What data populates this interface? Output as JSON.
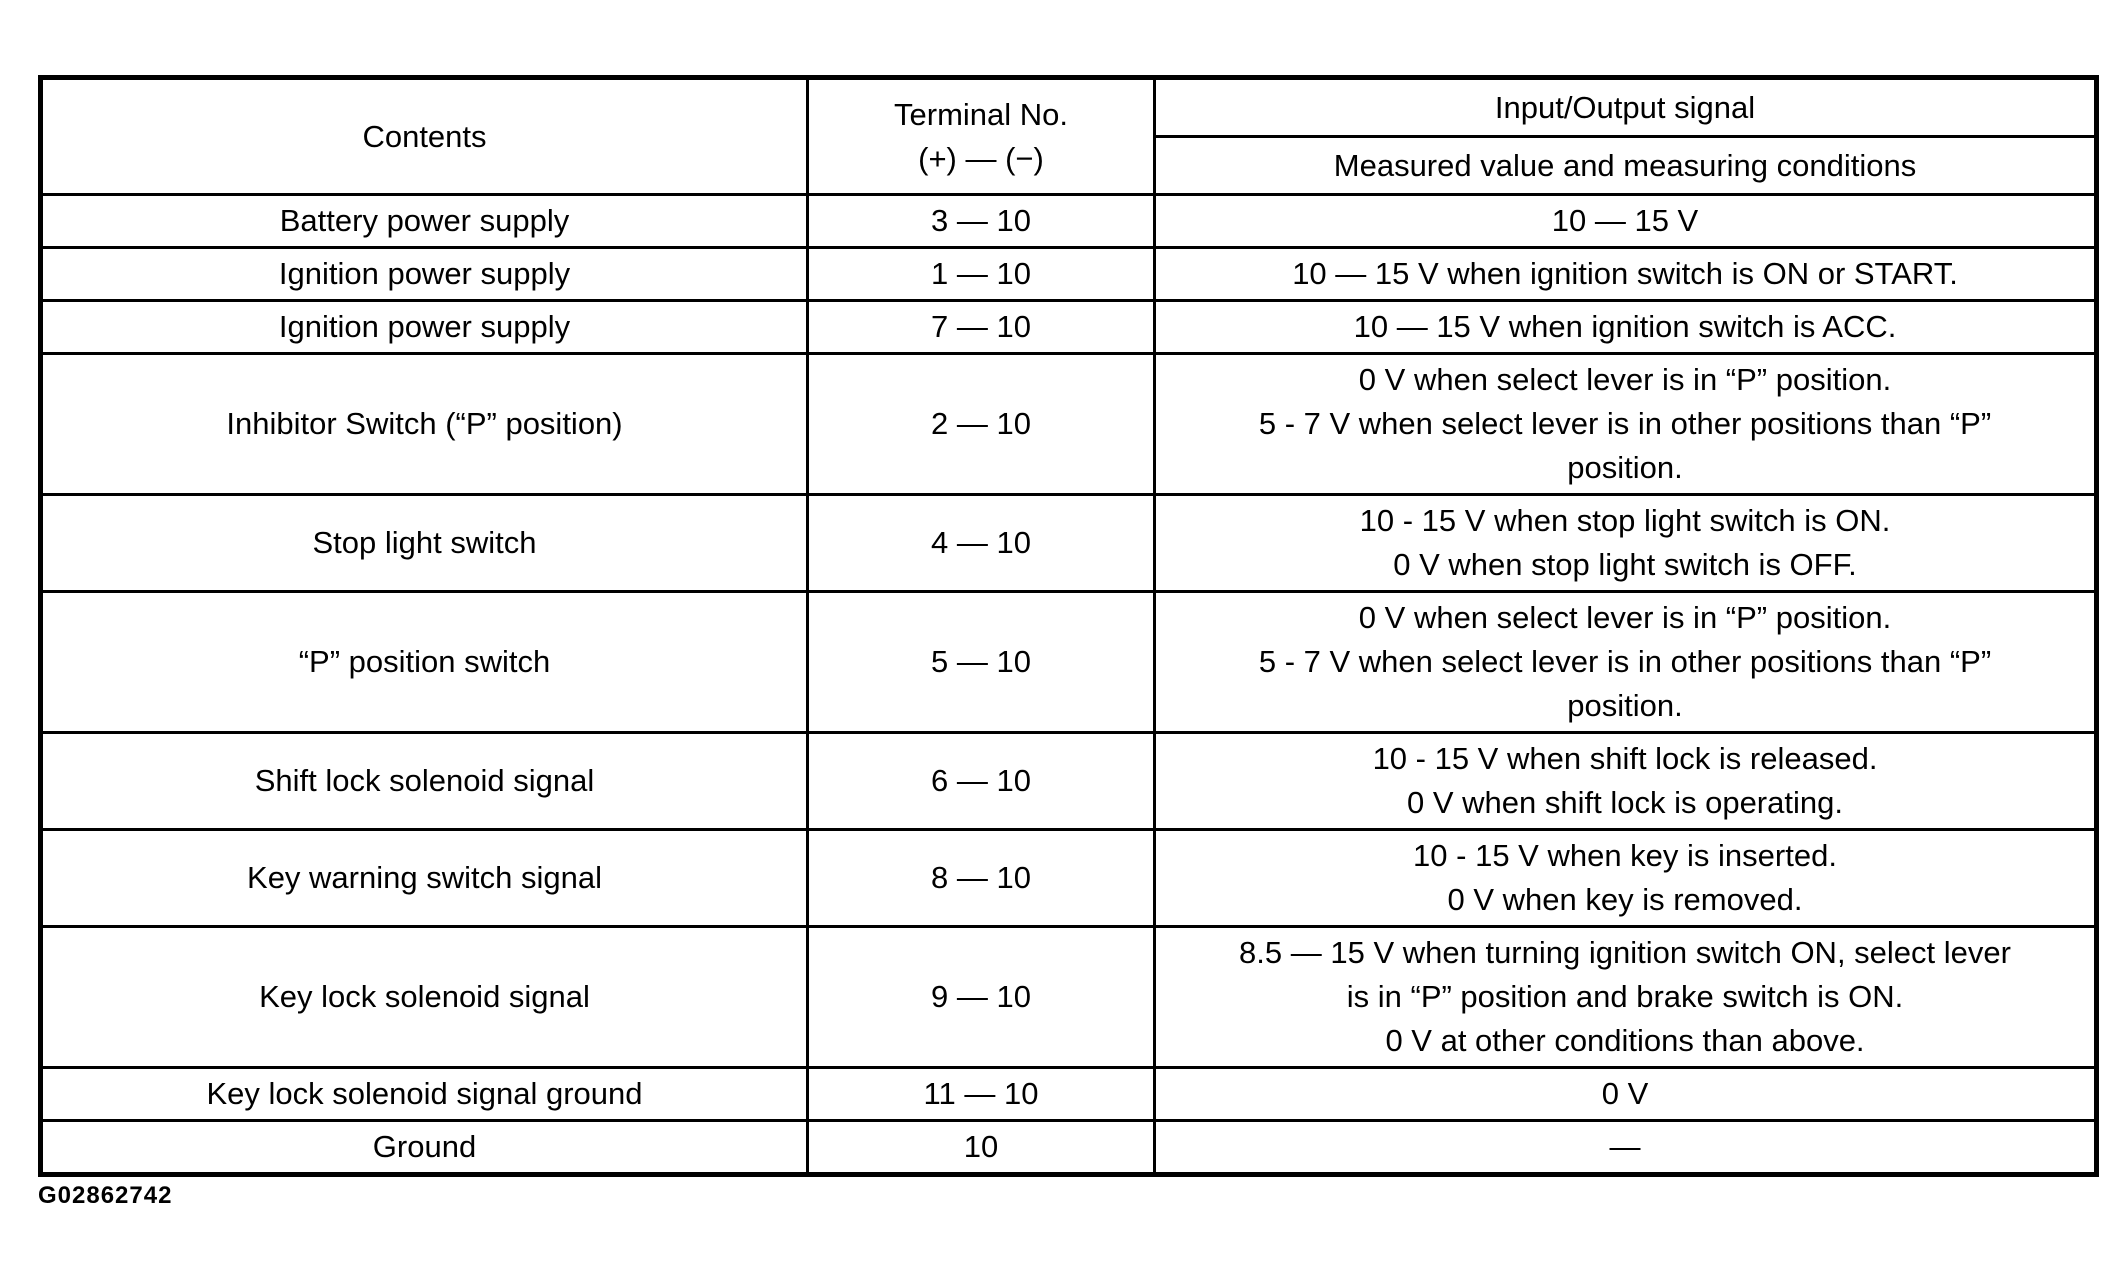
{
  "document": {
    "figure_id": "G02862742"
  },
  "table": {
    "headers": {
      "contents": "Contents",
      "terminal_line1": "Terminal No.",
      "terminal_line2": "(+) — (−)",
      "io_signal": "Input/Output signal",
      "measured": "Measured value and measuring conditions"
    },
    "rows": [
      {
        "contents": "Battery power supply",
        "terminal": "3 — 10",
        "signal": [
          "10 — 15 V"
        ]
      },
      {
        "contents": "Ignition power supply",
        "terminal": "1 — 10",
        "signal": [
          "10 — 15 V when ignition switch is ON or START."
        ]
      },
      {
        "contents": "Ignition power supply",
        "terminal": "7 — 10",
        "signal": [
          "10 — 15 V when ignition switch is ACC."
        ]
      },
      {
        "contents": "Inhibitor Switch (“P” position)",
        "terminal": "2 — 10",
        "signal": [
          "0 V when select lever is in “P” position.",
          "5 - 7 V when select lever is in other positions than “P”",
          "position."
        ]
      },
      {
        "contents": "Stop light switch",
        "terminal": "4 — 10",
        "signal": [
          "10 - 15 V when stop light switch is ON.",
          "0 V when stop light switch is OFF."
        ]
      },
      {
        "contents": "“P” position switch",
        "terminal": "5 — 10",
        "signal": [
          "0 V when select lever is in “P” position.",
          "5 - 7 V when select lever is in other positions than “P”",
          "position."
        ]
      },
      {
        "contents": "Shift lock solenoid signal",
        "terminal": "6 — 10",
        "signal": [
          "10 - 15 V when shift lock is released.",
          "0 V when shift lock is operating."
        ]
      },
      {
        "contents": "Key warning switch signal",
        "terminal": "8 — 10",
        "signal": [
          "10 - 15 V when key is inserted.",
          "0 V when key is removed."
        ]
      },
      {
        "contents": "Key lock solenoid signal",
        "terminal": "9 — 10",
        "signal": [
          "8.5 — 15 V when turning ignition switch ON, select lever",
          "is in “P” position and brake switch is ON.",
          "0 V at other conditions than above."
        ]
      },
      {
        "contents": "Key lock solenoid signal ground",
        "terminal": "11 — 10",
        "signal": [
          "0 V"
        ]
      },
      {
        "contents": "Ground",
        "terminal": "10",
        "signal": [
          "—"
        ]
      }
    ]
  }
}
